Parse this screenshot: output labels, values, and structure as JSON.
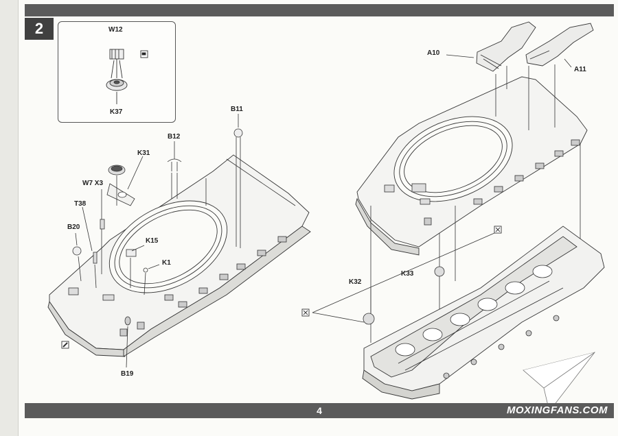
{
  "step": {
    "number": "2"
  },
  "page": {
    "number": "4"
  },
  "watermark": {
    "text": "MOXINGFANS.COM"
  },
  "inset": {
    "labels": {
      "w12": "W12",
      "k37": "K37"
    }
  },
  "left_assembly": {
    "labels": {
      "b11": "B11",
      "b12": "B12",
      "k31": "K31",
      "w7x3": "W7 X3",
      "t38": "T38",
      "b20": "B20",
      "k15": "K15",
      "k1": "K1",
      "b19": "B19"
    }
  },
  "right_assembly": {
    "labels": {
      "a10": "A10",
      "a11": "A11",
      "k33": "K33",
      "k32": "K32"
    }
  },
  "colors": {
    "bars": "#5b5b5b",
    "badge": "#404040",
    "line": "#333333"
  }
}
